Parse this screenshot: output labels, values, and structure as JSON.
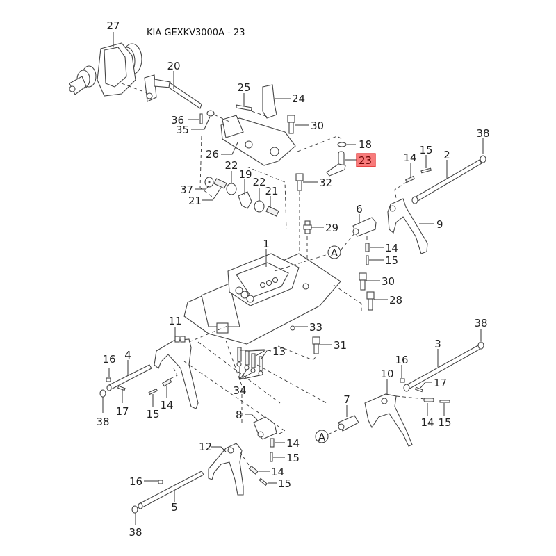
{
  "title": "KIA GEXKV3000A - 23",
  "highlight": {
    "part_number": "23",
    "fill": "#f87b7b",
    "border": "#e02020"
  },
  "reference_marker": "A",
  "callouts": [
    {
      "id": "c27",
      "text": "27"
    },
    {
      "id": "c20",
      "text": "20"
    },
    {
      "id": "c25",
      "text": "25"
    },
    {
      "id": "c24",
      "text": "24"
    },
    {
      "id": "c36",
      "text": "36"
    },
    {
      "id": "c35",
      "text": "35"
    },
    {
      "id": "c30a",
      "text": "30"
    },
    {
      "id": "c18",
      "text": "18"
    },
    {
      "id": "c23",
      "text": "23"
    },
    {
      "id": "c26",
      "text": "26"
    },
    {
      "id": "c22a",
      "text": "22"
    },
    {
      "id": "c19",
      "text": "19"
    },
    {
      "id": "c22b",
      "text": "22"
    },
    {
      "id": "c21a",
      "text": "21"
    },
    {
      "id": "c37",
      "text": "37"
    },
    {
      "id": "c21b",
      "text": "21"
    },
    {
      "id": "c32",
      "text": "32"
    },
    {
      "id": "c38a",
      "text": "38"
    },
    {
      "id": "c14a",
      "text": "14"
    },
    {
      "id": "c15a",
      "text": "15"
    },
    {
      "id": "c2",
      "text": "2"
    },
    {
      "id": "c6",
      "text": "6"
    },
    {
      "id": "c9",
      "text": "9"
    },
    {
      "id": "c29",
      "text": "29"
    },
    {
      "id": "c14b",
      "text": "14"
    },
    {
      "id": "c15b",
      "text": "15"
    },
    {
      "id": "c1",
      "text": "1"
    },
    {
      "id": "c30b",
      "text": "30"
    },
    {
      "id": "c28",
      "text": "28"
    },
    {
      "id": "c33",
      "text": "33"
    },
    {
      "id": "c31",
      "text": "31"
    },
    {
      "id": "c13",
      "text": "13"
    },
    {
      "id": "c34",
      "text": "34"
    },
    {
      "id": "c11",
      "text": "11"
    },
    {
      "id": "c16a",
      "text": "16"
    },
    {
      "id": "c4",
      "text": "4"
    },
    {
      "id": "c17a",
      "text": "17"
    },
    {
      "id": "c38b",
      "text": "38"
    },
    {
      "id": "c15c",
      "text": "15"
    },
    {
      "id": "c14c",
      "text": "14"
    },
    {
      "id": "c38c",
      "text": "38"
    },
    {
      "id": "c3",
      "text": "3"
    },
    {
      "id": "c16b",
      "text": "16"
    },
    {
      "id": "c10",
      "text": "10"
    },
    {
      "id": "c17b",
      "text": "17"
    },
    {
      "id": "c7",
      "text": "7"
    },
    {
      "id": "c14d",
      "text": "14"
    },
    {
      "id": "c15d",
      "text": "15"
    },
    {
      "id": "c8",
      "text": "8"
    },
    {
      "id": "c14e",
      "text": "14"
    },
    {
      "id": "c15e",
      "text": "15"
    },
    {
      "id": "c12",
      "text": "12"
    },
    {
      "id": "c14f",
      "text": "14"
    },
    {
      "id": "c15f",
      "text": "15"
    },
    {
      "id": "c16c",
      "text": "16"
    },
    {
      "id": "c5",
      "text": "5"
    },
    {
      "id": "c38d",
      "text": "38"
    }
  ]
}
